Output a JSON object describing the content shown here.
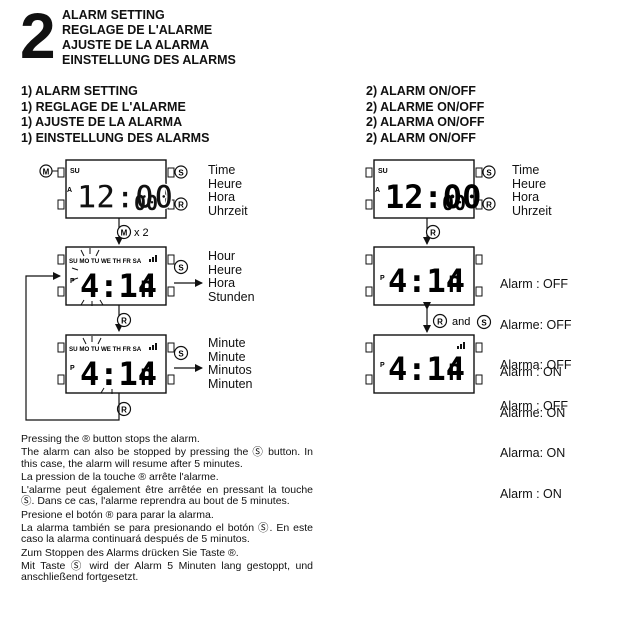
{
  "step_number": "2",
  "titles": [
    "ALARM SETTING",
    "REGLAGE DE L'ALARME",
    "AJUSTE DE LA ALARMA",
    "EINSTELLUNG DES ALARMS"
  ],
  "section1": {
    "headings": [
      "1) ALARM SETTING",
      "1) REGLAGE DE L'ALARME",
      "1) AJUSTE DE LA ALARMA",
      "1) EINSTELLUNG DES ALARMS"
    ],
    "labels_time": [
      "Time",
      "Heure",
      "Hora",
      "Uhrzeit"
    ],
    "labels_hour": [
      "Hour",
      "Heure",
      "Hora",
      "Stunden"
    ],
    "labels_minute": [
      "Minute",
      "Minute",
      "Minutos",
      "Minuten"
    ],
    "press_count": "x 2",
    "display_time": "12:00",
    "display_time_sec": "00",
    "display_alarm": "4:14",
    "display_alarm_pm": "P",
    "display_alarm_suffix": "P",
    "day_row": "SU MO TU WE TH FR SA",
    "sunday_indicator": "SU",
    "am_indicator": "A"
  },
  "section2": {
    "headings": [
      "2) ALARM ON/OFF",
      "2) ALARME ON/OFF",
      "2) ALARMA ON/OFF",
      "2) ALARM ON/OFF"
    ],
    "labels_time": [
      "Time",
      "Heure",
      "Hora",
      "Uhrzeit"
    ],
    "labels_off": [
      "Alarm  :  OFF",
      "Alarme:  OFF",
      "Alarma:  OFF",
      "Alarm  :  OFF"
    ],
    "labels_on": [
      "Alarm  :  ON",
      "Alarme:  ON",
      "Alarma:  ON",
      "Alarm  :  ON"
    ],
    "and_text": "and"
  },
  "buttons": {
    "m": "M",
    "s": "S",
    "r": "R"
  },
  "notes": [
    "Pressing the ® button stops the alarm.",
    "The alarm can also be stopped by pressing the Ⓢ button. In this case, the alarm will resume after 5 minutes.",
    "La pression de la touche ® arrête l'alarme.",
    "L'alarme peut également être arrêtée en pressant la touche Ⓢ. Dans ce cas, l'alarme reprendra au bout de 5 minutes.",
    "Presione el botón ® para parar la alarma.",
    "La alarma también se para presionando el botón Ⓢ. En este caso la alarma continuará después de 5 minutos.",
    "Zum Stoppen des Alarms drücken Sie Taste ®.",
    "Mit Taste Ⓢ wird der Alarm 5 Minuten lang gestoppt, und anschließend fortgesetzt."
  ]
}
